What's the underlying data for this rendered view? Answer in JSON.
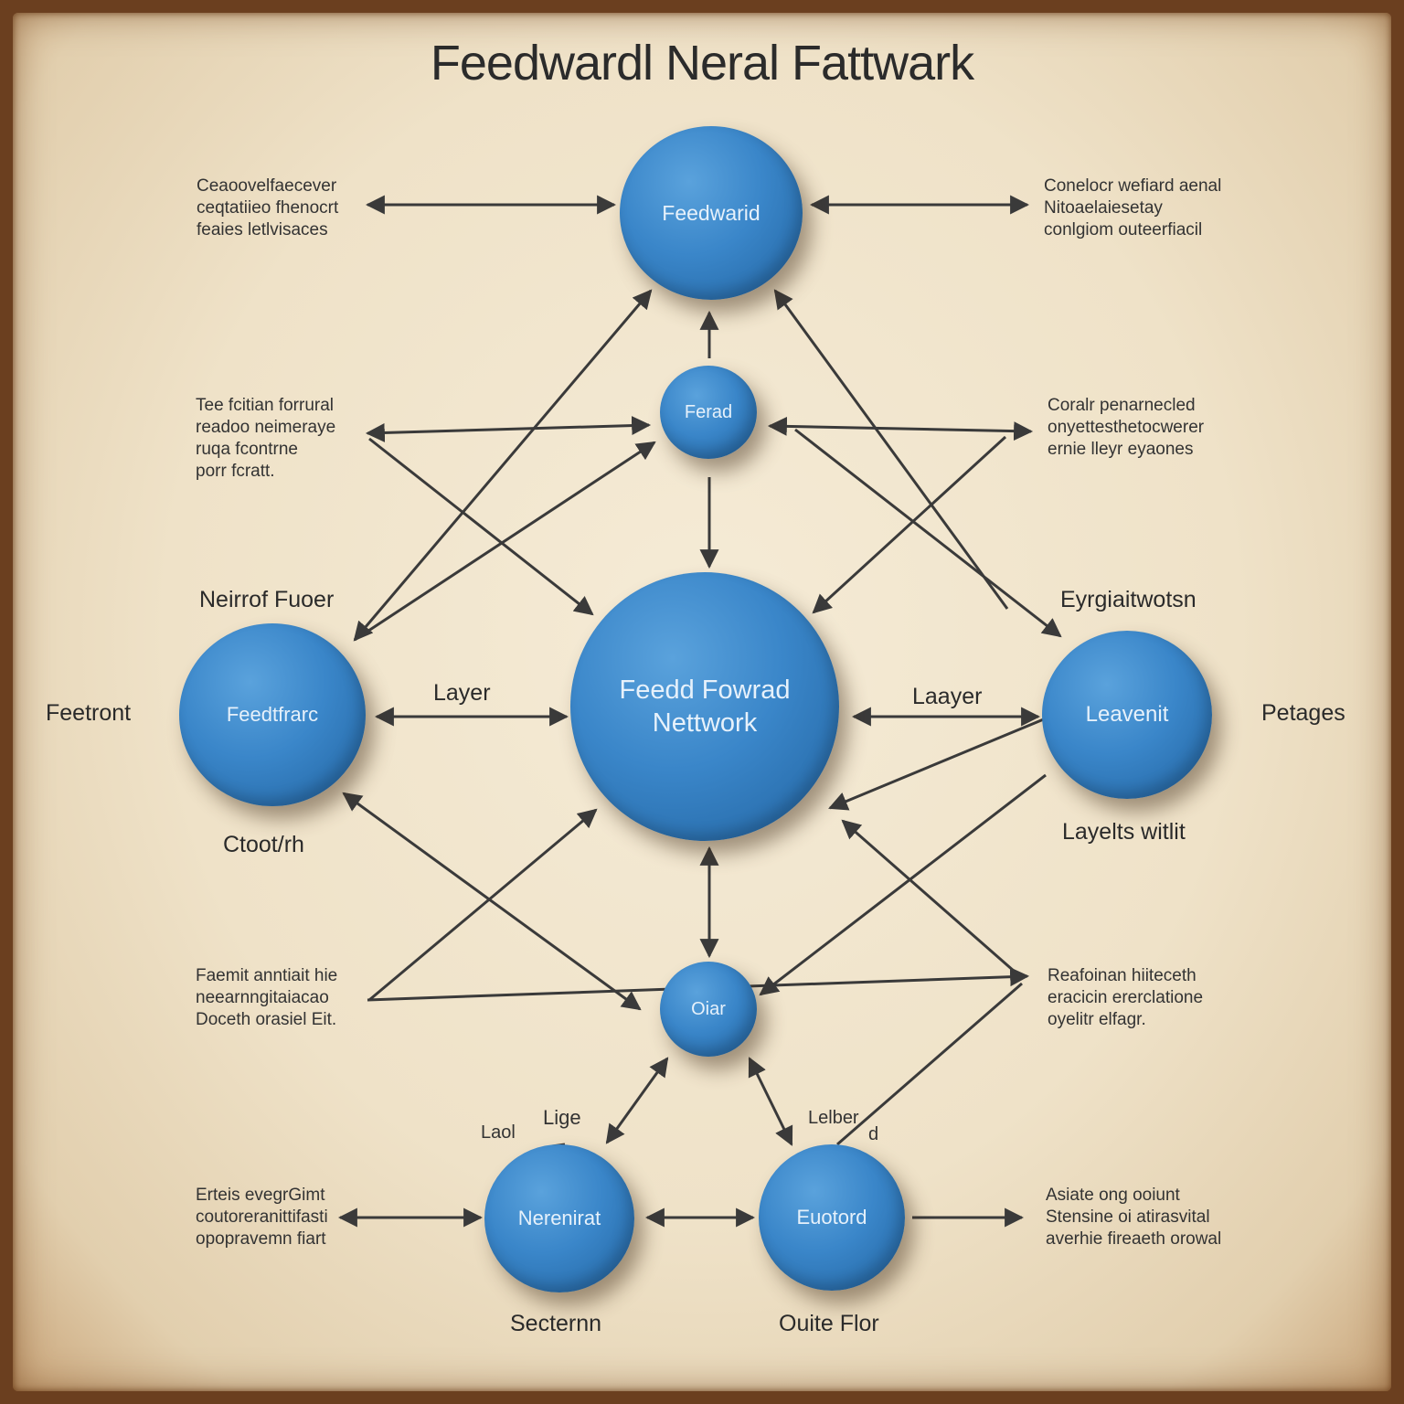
{
  "title": "Feedwardl Neral Fattwark",
  "nodes": {
    "top": "Feedwarid",
    "upper_small": "Ferad",
    "center_line1": "Feedd Fowrad",
    "center_line2": "Nettwork",
    "left": "Feedtfrarc",
    "right": "Leavenit",
    "lower_small": "Oiar",
    "bottom_left": "Nerenirat",
    "bottom_right": "Euotord"
  },
  "labels": {
    "left_above": "Neirrof Fuoer",
    "left_outer": "Feetront",
    "left_below": "Ctoot/rh",
    "right_above": "Eyrgiaitwotsn",
    "right_outer": "Petages",
    "right_below": "Layelts witlit",
    "layer_left": "Layer",
    "layer_right": "Laayer",
    "bottom_left_caption": "Secternn",
    "bottom_right_caption": "Ouite Flor",
    "small_label": "Laol",
    "small_lige": "Lige",
    "small_lebel": "Lelber",
    "small_d": "d"
  },
  "notes": {
    "top_left": [
      "Ceaoovelfaecever",
      "ceqtatiieo fhenocrt",
      "feaies letlvisaces"
    ],
    "top_right": [
      "Conelocr wefiard aenal",
      "Nitoaelaiesetay",
      "conlgiom outeerfiacil"
    ],
    "mid_left": [
      "Tee fcitian forrural",
      "readoo neimeraye",
      "ruqa fcontrne",
      "porr fcratt."
    ],
    "mid_right": [
      "Coralr penarnecled",
      "onyettesthetocwerer",
      "ernie lleyr eyaones"
    ],
    "low_left": [
      "Faemit anntiait hie",
      "neearnngitaiacao",
      "Doceth orasiel Eit."
    ],
    "low_right": [
      "Reafoinan hiiteceth",
      "eracicin ererclatione",
      "oyelitr elfagr."
    ],
    "bottom_left": [
      "Erteis evegrGimt",
      "coutoreranittifasti",
      "opopravemn fiart"
    ],
    "bottom_right": [
      "Asiate ong ooiunt",
      "Stensine oi atirasvital",
      "averhie fireaeth orowal"
    ]
  },
  "colors": {
    "node_blue": "#3a86c9",
    "arrow": "#3a3a3a",
    "paper": "#efe2c8",
    "border": "#6b3f1f"
  }
}
